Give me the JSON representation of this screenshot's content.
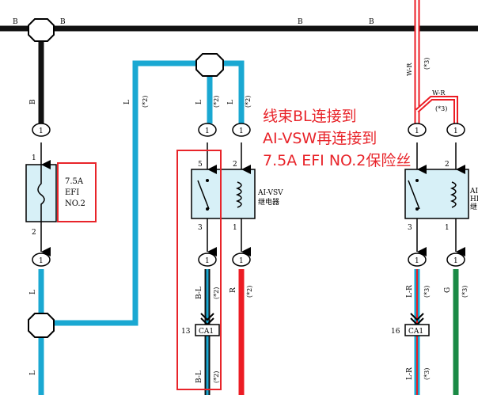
{
  "top_bus": {
    "label_1": "B",
    "label_2": "B",
    "label_3": "B",
    "label_4": "B"
  },
  "wires": {
    "b_drop": "B",
    "l_left_upper": "L",
    "l_left_lower": "L",
    "l_feed": "L",
    "l_feed_note": "(*2)",
    "relay1_in_label": "L",
    "relay1_in_note": "(*2)",
    "relay1_coil_in_label": "L",
    "relay1_coil_in_note": "(*2)",
    "relay1_out_label": "B-L",
    "relay1_out_note": "(*2)",
    "relay1_out_label_lower": "B-L",
    "relay1_out_note_lower": "(*2)",
    "red_label": "R",
    "red_note": "(*2)",
    "wr_top_label": "W-R",
    "wr_top_note": "(*3)",
    "wr_branch_label": "W-R",
    "wr_branch_note": "(*3)",
    "relay2_out_label": "L-R",
    "relay2_out_note": "(*3)",
    "relay2_out_label_lower": "L-R",
    "relay2_out_note_lower": "(*3)",
    "green_label": "G",
    "green_note": "(*3)"
  },
  "fuse": {
    "title": "7.5A",
    "line2": "EFI",
    "line3": "NO.2",
    "pin_top": "1",
    "pin_bottom": "2"
  },
  "relay1": {
    "name": "AI-VSV",
    "name_cn": "继电器",
    "pin5": "5",
    "pin2": "2",
    "pin3": "3",
    "pin1": "1"
  },
  "relay2": {
    "name": "AI",
    "line2": "HI",
    "line3": "继",
    "pin2": "2",
    "pin3": "3",
    "pin1": "1"
  },
  "connector_tag": "1",
  "ca1_left": {
    "pin": "13",
    "label": "CA1"
  },
  "ca1_right": {
    "pin": "16",
    "label": "CA1"
  },
  "annotation": {
    "line1": "线束BL连接到",
    "line2": "AI-VSW再连接到",
    "line3": "7.5A EFI NO.2保险丝"
  },
  "colors": {
    "wire_black": "#111111",
    "wire_blue": "#1aa8d2",
    "wire_red": "#ec1c24",
    "wire_green": "#1a8a45",
    "relay_fill": "#d7f0f7",
    "highlight": "#e8242a"
  }
}
